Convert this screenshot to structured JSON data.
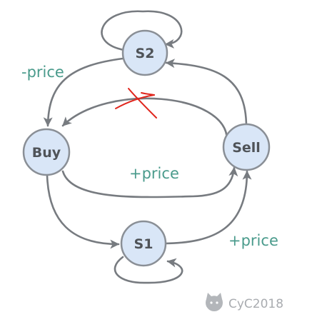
{
  "nodes": {
    "s2": "S2",
    "buy": "Buy",
    "sell": "Sell",
    "s1": "S1"
  },
  "edge_labels": {
    "s2_to_buy": "-price",
    "buy_to_sell": "+price",
    "s1_to_sell": "+price"
  },
  "crossed_out_edge": "sell-to-buy",
  "colors": {
    "node_fill": "#d9e6f7",
    "node_stroke": "#8a8f96",
    "edge": "#777b80",
    "label": "#4a9b8c",
    "cross": "#e0261d"
  },
  "watermark": {
    "icon": "github-octocat-icon",
    "text": "CyC2018"
  }
}
